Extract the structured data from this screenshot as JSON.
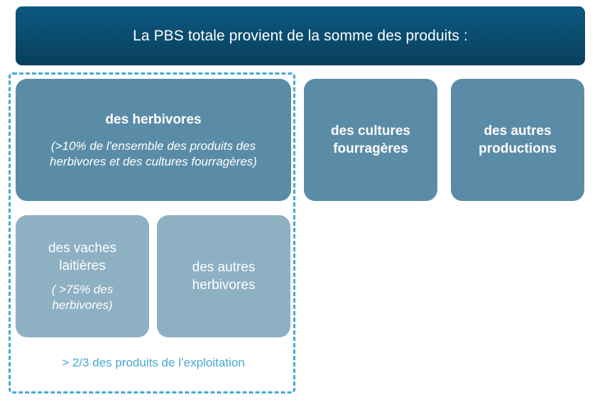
{
  "header": {
    "title": "La PBS totale provient de la somme des produits :"
  },
  "boxes": {
    "herbivores": {
      "title": "des herbivores",
      "note": "(>10% de l'ensemble des produits des herbivores et des cultures fourragères)"
    },
    "cultures": {
      "line1": "des cultures",
      "line2": "fourragères"
    },
    "autres_productions": {
      "line1": "des autres",
      "line2": "productions"
    },
    "vaches": {
      "line1": "des vaches",
      "line2": "laitières",
      "note_line1": "( >75% des",
      "note_line2": "herbivores)"
    },
    "autres_herbivores": {
      "line1": "des autres",
      "line2": "herbivores"
    }
  },
  "group": {
    "footer": "> 2/3 des produits de l’exploitation"
  },
  "colors": {
    "header_bg": "#0a4a6c",
    "box_dark": "#5b8ca7",
    "box_light": "#8eb0c3",
    "accent": "#45a9d1"
  }
}
